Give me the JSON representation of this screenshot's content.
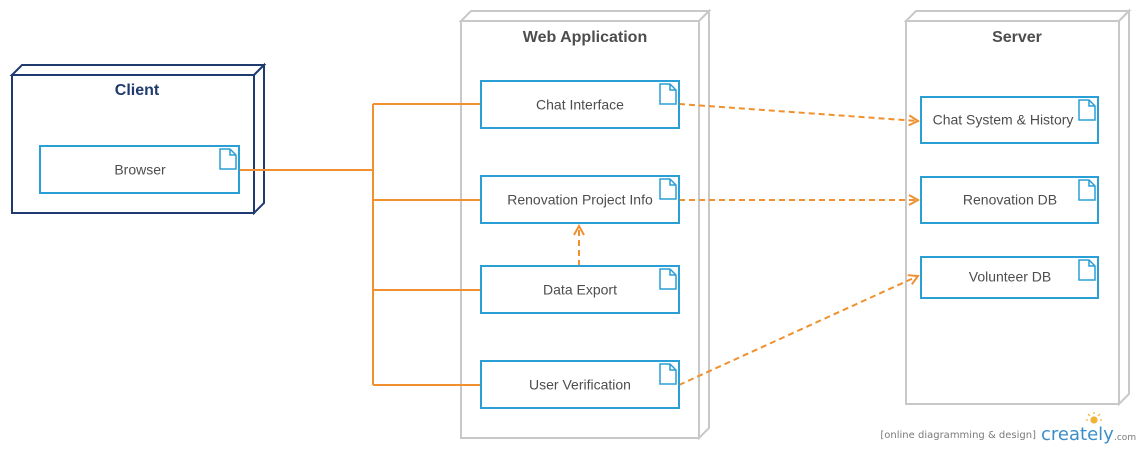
{
  "nodes": {
    "client": {
      "title": "Client"
    },
    "web_application": {
      "title": "Web Application"
    },
    "server": {
      "title": "Server"
    }
  },
  "components": {
    "browser": "Browser",
    "chat_interface": "Chat Interface",
    "renovation_project_info": "Renovation Project Info",
    "data_export": "Data Export",
    "user_verification": "User Verification",
    "chat_system_history": "Chat System & History",
    "renovation_db": "Renovation DB",
    "volunteer_db": "Volunteer DB"
  },
  "watermark": {
    "tagline": "[online diagramming & design]",
    "brand": "creately",
    "suffix": ".com"
  },
  "colors": {
    "client_border": "#1f3a6e",
    "node_border": "#c8c8c8",
    "component_border": "#2a9fd6",
    "connector": "#f0902e",
    "text": "#4d4d4d"
  }
}
